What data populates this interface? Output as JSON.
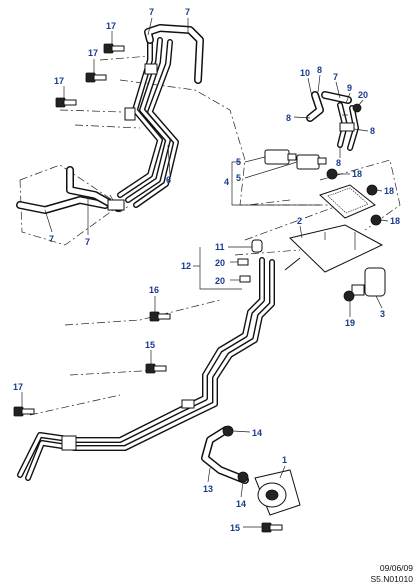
{
  "callouts": {
    "c17a": "17",
    "c17b": "17",
    "c17c": "17",
    "c17d": "17",
    "c7a": "7",
    "c7b": "7",
    "c7c": "7",
    "c7d": "7",
    "c7e": "7",
    "c10": "10",
    "c8a": "8",
    "c8b": "8",
    "c8c": "8",
    "c8d": "8",
    "c9": "9",
    "c20a": "20",
    "c20b": "20",
    "c20c": "20",
    "c6": "6",
    "c5a": "5",
    "c5b": "5",
    "c4": "4",
    "c18a": "18",
    "c18b": "18",
    "c18c": "18",
    "c2": "2",
    "c11": "11",
    "c12": "12",
    "c3": "3",
    "c16": "16",
    "c19": "19",
    "c15a": "15",
    "c15b": "15",
    "c14a": "14",
    "c14b": "14",
    "c1": "1",
    "c13": "13"
  },
  "footer": {
    "date": "09/06/09",
    "reference": "S5.N01010"
  }
}
